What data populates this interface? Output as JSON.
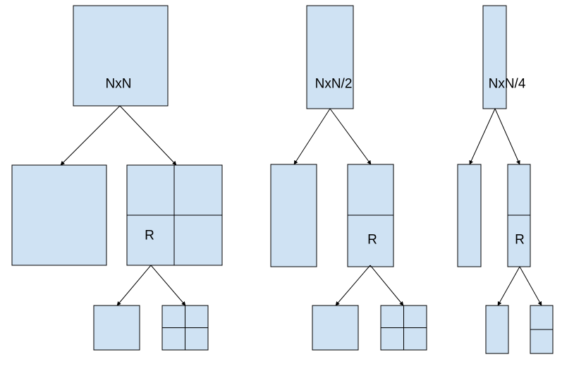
{
  "labels": {
    "square": "NxN",
    "half": "NxN/2",
    "quarter": "NxN/4",
    "recursion": "R"
  },
  "colors": {
    "block_fill": "#cfe2f3",
    "stroke": "#000000",
    "background": "#ffffff"
  }
}
